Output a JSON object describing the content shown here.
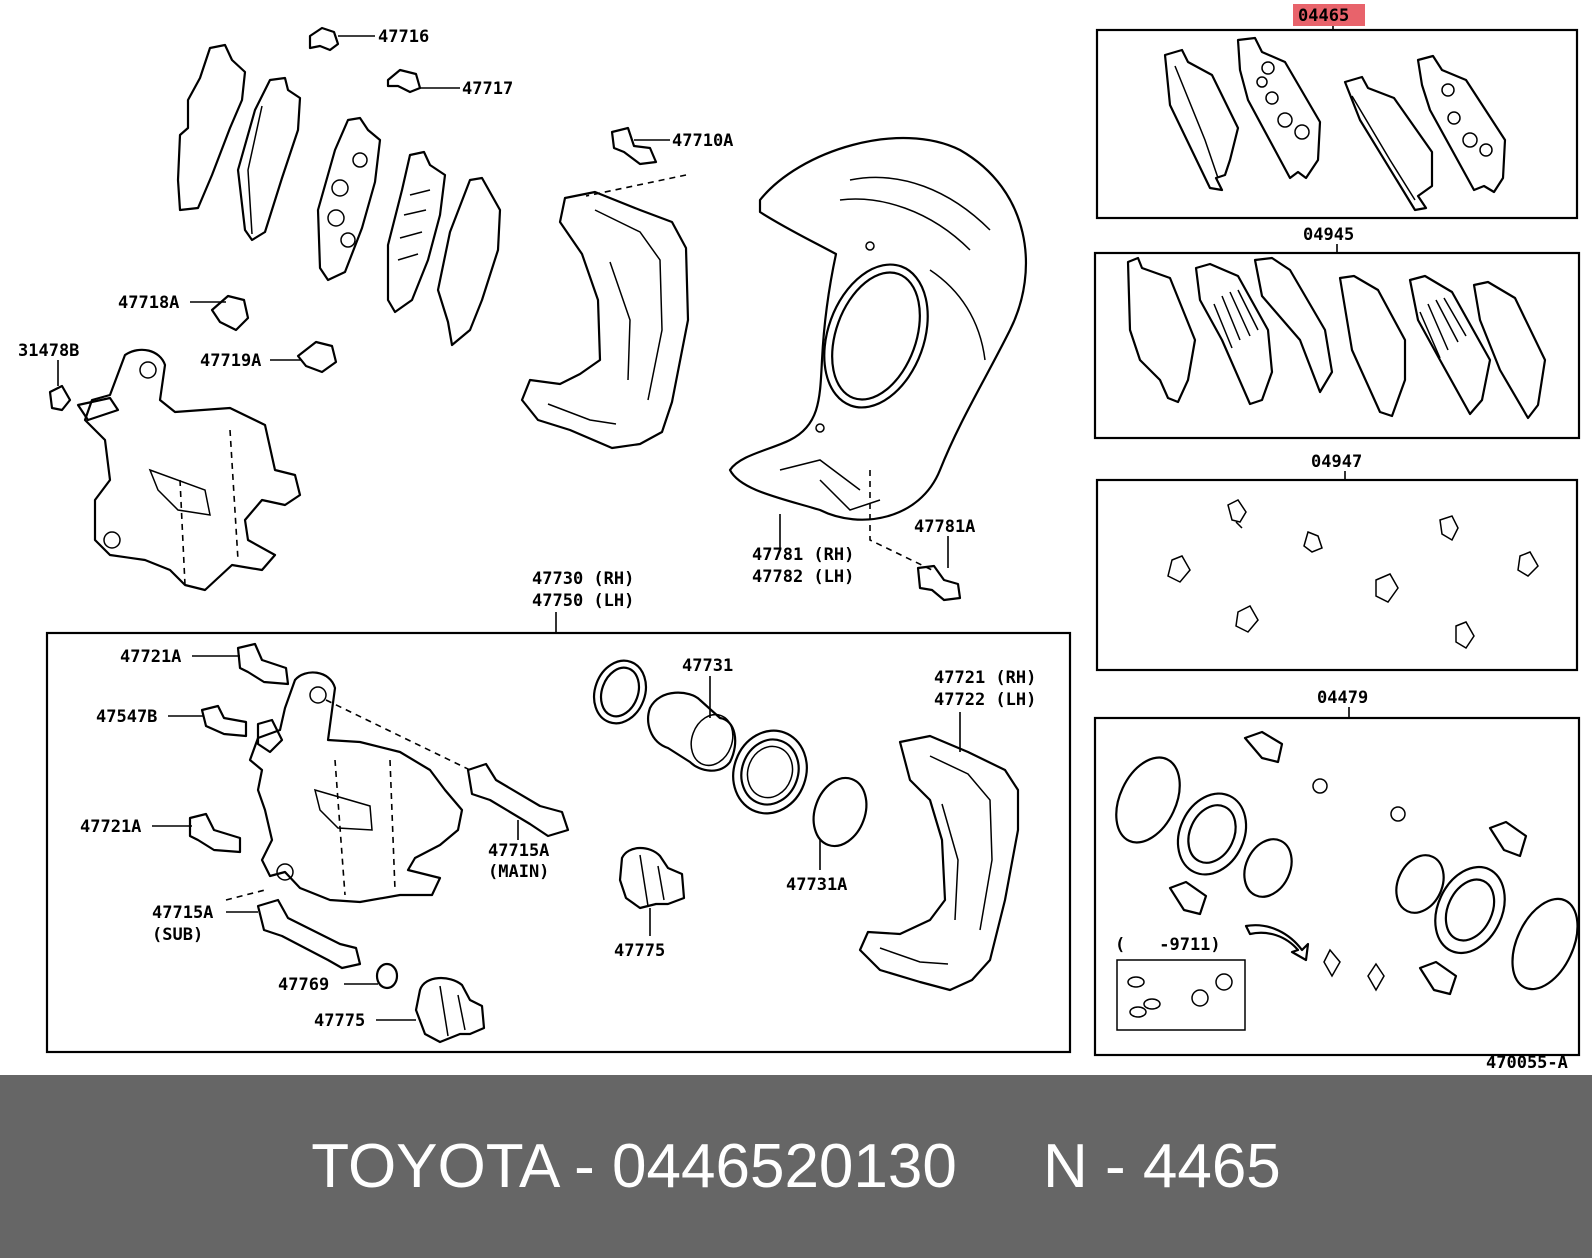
{
  "diagram": {
    "reference_code": "470055-A",
    "kits": {
      "pad_kit": "04465",
      "shim_kit": "04945",
      "fitting_kit": "04947",
      "cylinder_kit": "04479"
    },
    "kit_note": "(　　-9711)",
    "labels": {
      "p47716": "47716",
      "p47717": "47717",
      "p47710A": "47710A",
      "p47718A": "47718A",
      "p47719A": "47719A",
      "p31478B": "31478B",
      "p47781_rh": "47781 (RH)",
      "p47782_lh": "47782 (LH)",
      "p47781A": "47781A",
      "p47730_rh": "47730 (RH)",
      "p47750_lh": "47750 (LH)",
      "p47721A_top": "47721A",
      "p47547B": "47547B",
      "p47721A_mid": "47721A",
      "p47715A_sub": "47715A",
      "sub": "(SUB)",
      "p47769": "47769",
      "p47775_left": "47775",
      "p47715A_main": "47715A",
      "main": "(MAIN)",
      "p47731": "47731",
      "p47775_mid": "47775",
      "p47731A": "47731A",
      "p47721_rh": "47721 (RH)",
      "p47722_lh": "47722 (LH)"
    },
    "highlight_color": "#e8636b"
  },
  "footer": {
    "caption": "TOYOTA - 0446520130     N - 4465"
  }
}
